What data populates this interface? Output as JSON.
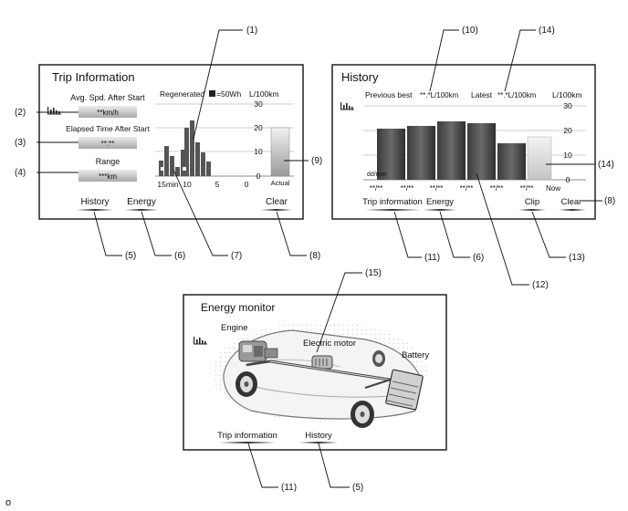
{
  "panel1": {
    "title": "Trip Information",
    "avg_label": "Avg. Spd. After Start",
    "avg_value": "**km/h",
    "elapsed_label": "Elapsed Time After Start",
    "elapsed_value": "**:**",
    "range_label": "Range",
    "range_value": "***km",
    "regen_label": "Regenerated",
    "regen_unit": "=50Wh",
    "unit": "L/100km",
    "y_ticks": [
      "30",
      "20",
      "10",
      "0"
    ],
    "x_ticks": [
      "15min",
      "10",
      "5",
      "0"
    ],
    "actual_label": "Actual",
    "history_button": "History",
    "energy_button": "Energy",
    "clear_button": "Clear"
  },
  "panel2": {
    "title": "History",
    "prev_best_label": "Previous best",
    "prev_best_value": "**.*L/100km",
    "latest_label": "Latest",
    "latest_value": "**.*L/100km",
    "unit": "L/100km",
    "y_ticks": [
      "30",
      "20",
      "10",
      "0"
    ],
    "date_format": "dd/mm",
    "x_labels": [
      "**/**",
      "**/**",
      "**/**",
      "**/**",
      "**/**",
      "**/**",
      "Now"
    ],
    "trip_button": "Trip information",
    "energy_button": "Energy",
    "clip_button": "Clip",
    "clear_button": "Clear"
  },
  "panel3": {
    "title": "Energy monitor",
    "engine_label": "Engine",
    "motor_label": "Electric motor",
    "battery_label": "Battery",
    "trip_button": "Trip information",
    "history_button": "History"
  },
  "callouts": {
    "c1": "(1)",
    "c2": "(2)",
    "c3": "(3)",
    "c4": "(4)",
    "c5a": "(5)",
    "c5b": "(5)",
    "c6a": "(6)",
    "c6b": "(6)",
    "c7": "(7)",
    "c8a": "(8)",
    "c8b": "(8)",
    "c9": "(9)",
    "c10": "(10)",
    "c11a": "(11)",
    "c11b": "(11)",
    "c12": "(12)",
    "c13": "(13)",
    "c14a": "(14)",
    "c14b": "(14)",
    "c15": "(15)"
  },
  "figure_id": "o"
}
